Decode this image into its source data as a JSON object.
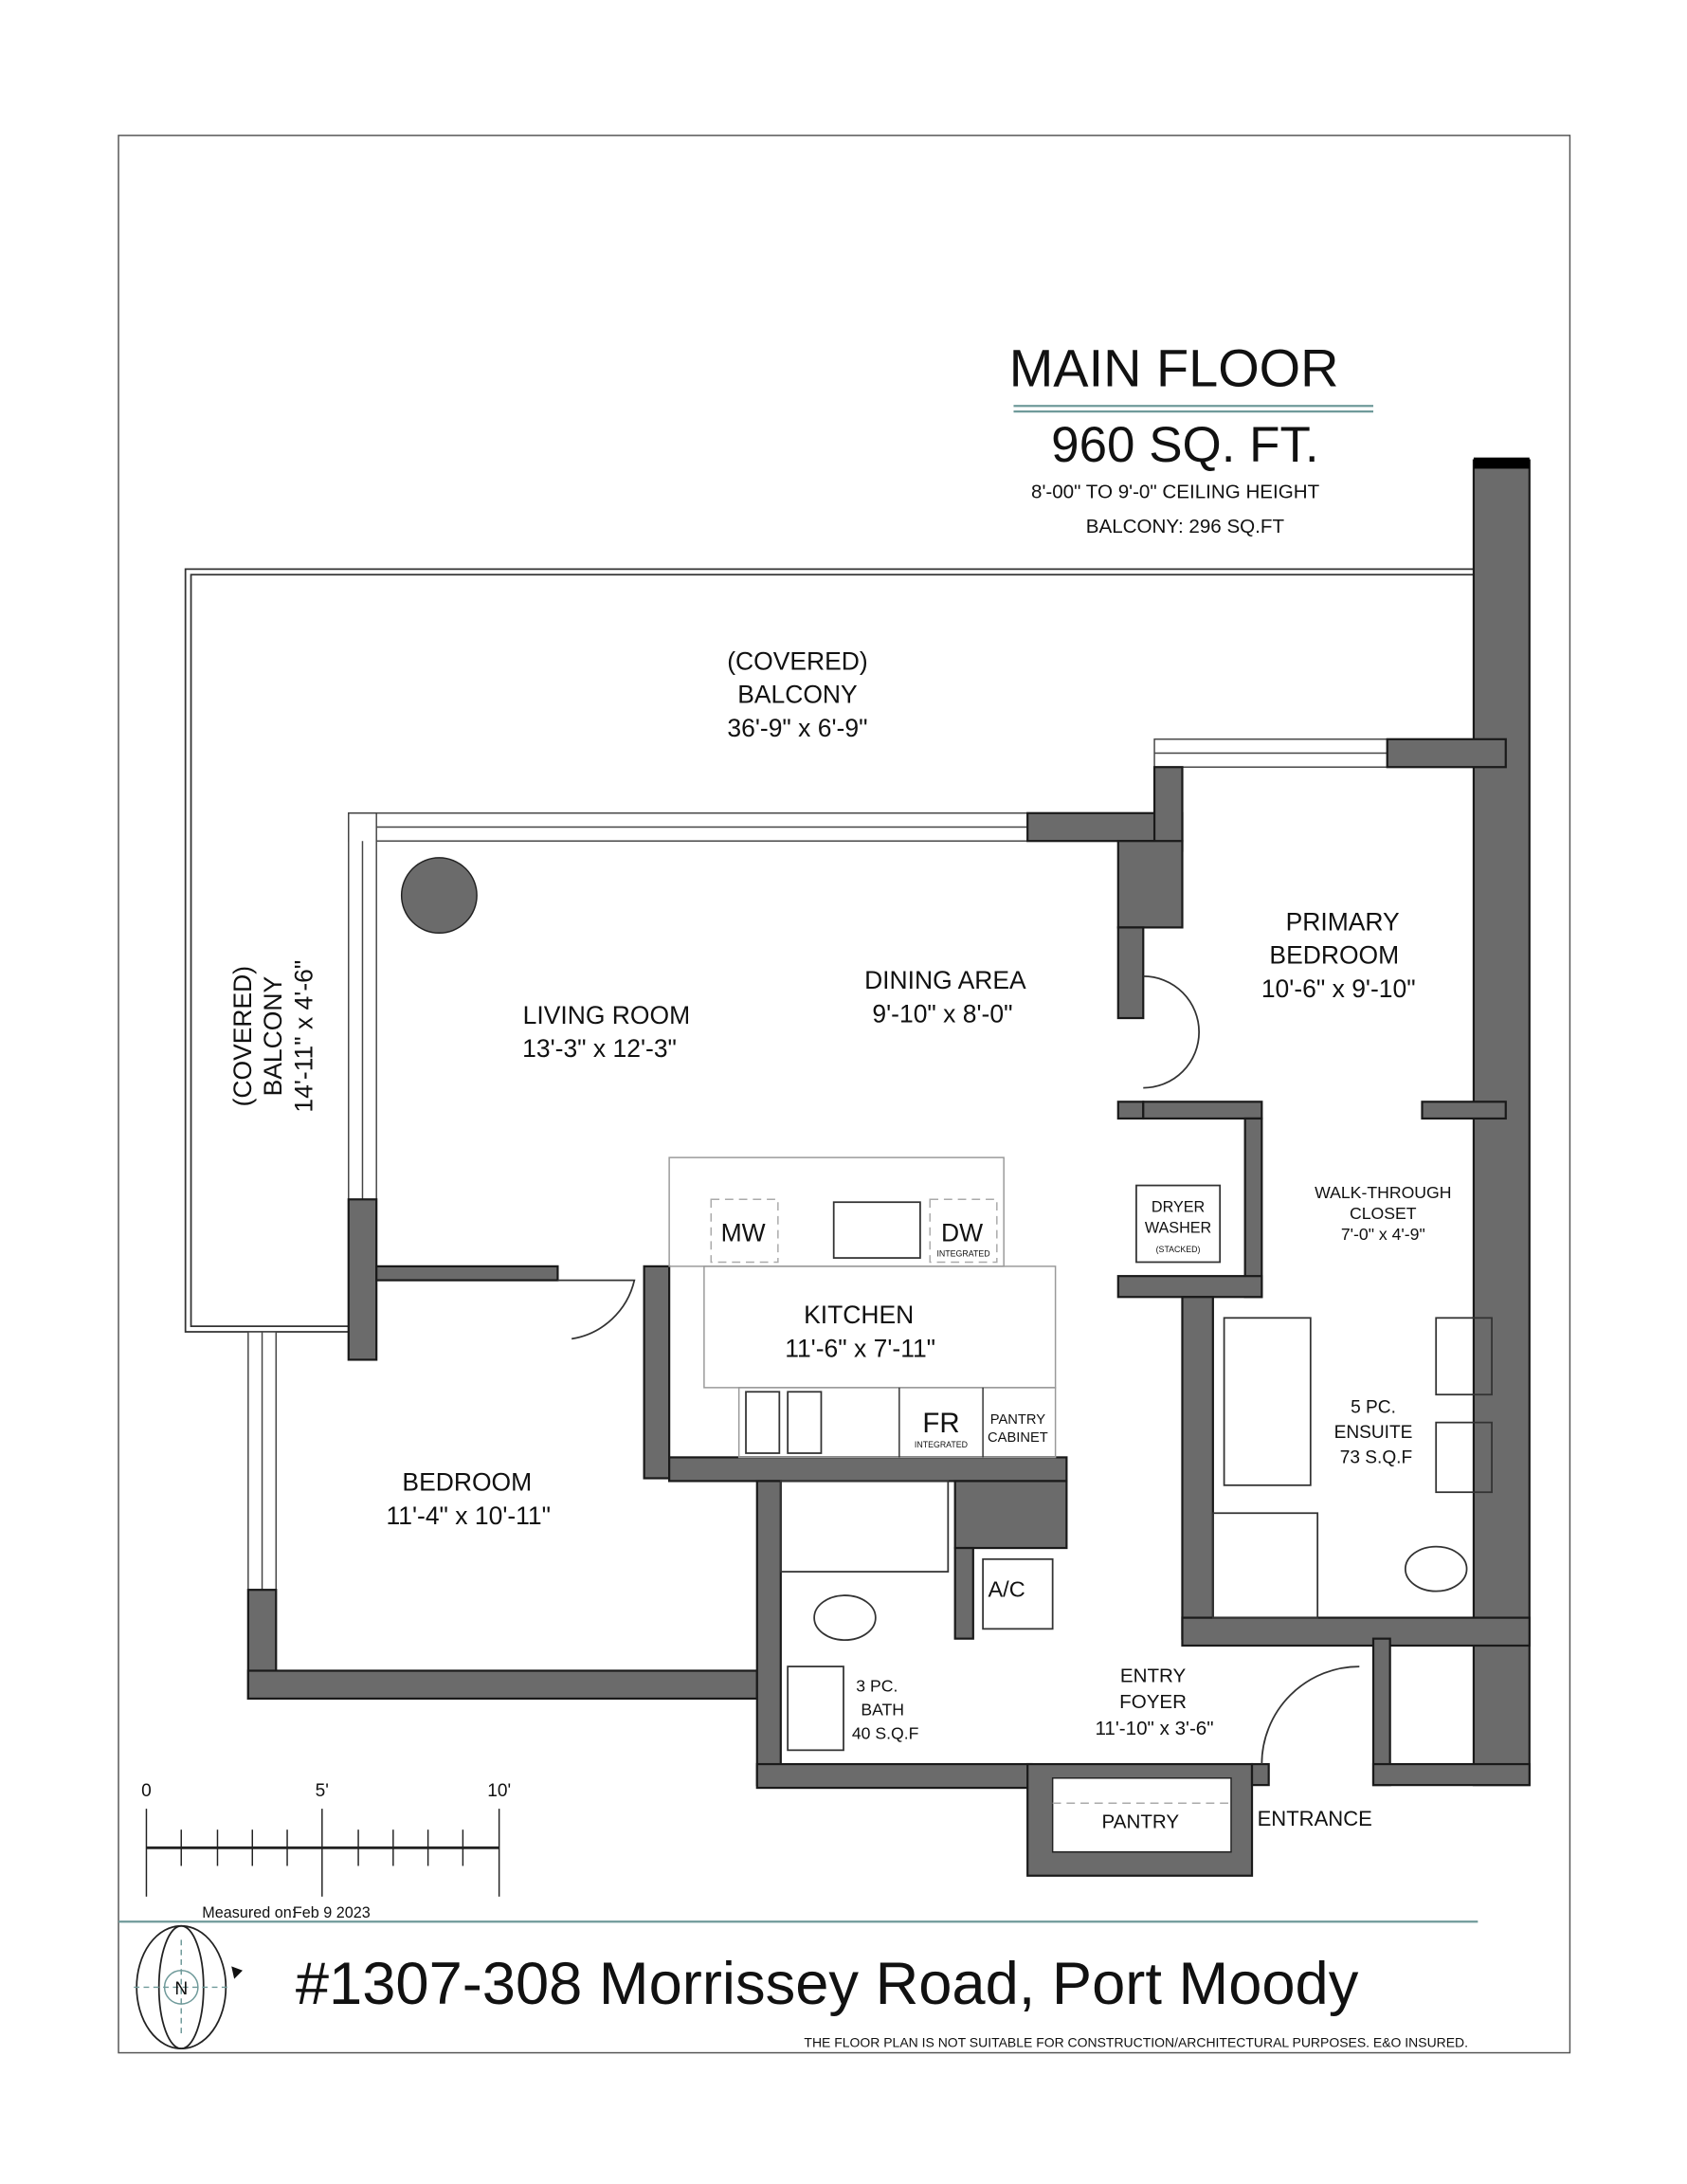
{
  "header": {
    "title": "MAIN FLOOR",
    "area": "960 SQ. FT.",
    "ceiling": "8'-00\" TO 9'-0\" CEILING HEIGHT",
    "balcony_area": "BALCONY:  296 SQ.FT",
    "accent_color": "#6f9a9a"
  },
  "rooms": {
    "balcony_top": {
      "l1": "(COVERED)",
      "l2": "BALCONY",
      "dim": "36'-9\" x 6'-9\""
    },
    "balcony_side": {
      "l1": "(COVERED)",
      "l2": "BALCONY",
      "dim": "14'-11\" x 4'-6\""
    },
    "living": {
      "name": "LIVING ROOM",
      "dim": "13'-3\" x 12'-3\""
    },
    "dining": {
      "name": "DINING AREA",
      "dim": "9'-10\" x 8'-0\""
    },
    "primary": {
      "l1": "PRIMARY",
      "l2": "BEDROOM",
      "dim": "10'-6\" x 9'-10\""
    },
    "laundry": {
      "l1": "DRYER",
      "l2": "WASHER",
      "l3": "(STACKED)"
    },
    "closet": {
      "l1": "WALK-THROUGH",
      "l2": "CLOSET",
      "dim": "7'-0\" x 4'-9\""
    },
    "kitchen": {
      "name": "KITCHEN",
      "dim": "11'-6\" x 7'-11\"",
      "mw": "MW",
      "dw": "DW",
      "dw_sub": "INTEGRATED",
      "fr": "FR",
      "fr_sub": "INTEGRATED",
      "pantry_cab1": "PANTRY",
      "pantry_cab2": "CABINET"
    },
    "ensuite": {
      "l1": "5 PC.",
      "l2": "ENSUITE",
      "l3": "73 S.Q.F"
    },
    "bedroom": {
      "name": "BEDROOM",
      "dim": "11'-4\" x 10'-11\""
    },
    "ac": "A/C",
    "bath": {
      "l1": "3 PC.",
      "l2": "BATH",
      "l3": "40 S.Q.F"
    },
    "foyer": {
      "l1": "ENTRY",
      "l2": "FOYER",
      "dim": "11'-10\" x 3'-6\""
    },
    "pantry": "PANTRY",
    "entrance": "ENTRANCE"
  },
  "scale": {
    "labels": [
      "0",
      "5'",
      "10'"
    ],
    "measured_label": "Measured on:",
    "measured_date": "Feb 9  2023"
  },
  "compass": {
    "letter": "N"
  },
  "footer": {
    "address": "#1307-308 Morrissey Road, Port Moody",
    "disclaimer": "THE  FLOOR PLAN  IS NOT SUITABLE FOR CONSTRUCTION/ARCHITECTURAL PURPOSES.    E&O INSURED."
  }
}
